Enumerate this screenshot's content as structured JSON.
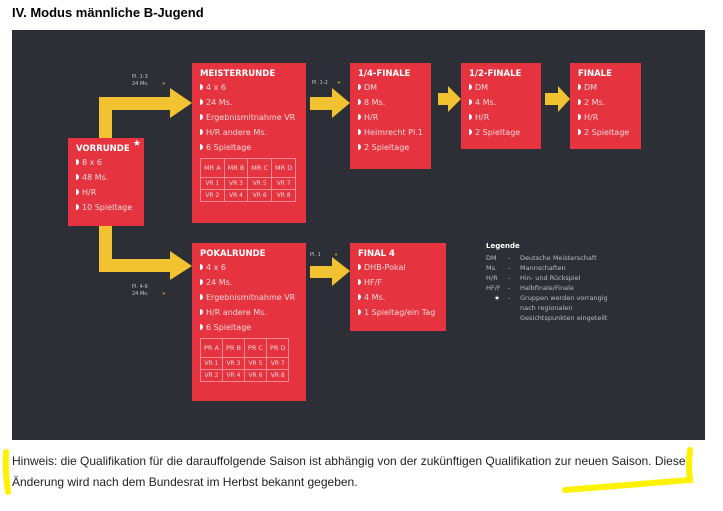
{
  "title": "IV. Modus männliche B-Jugend",
  "boxes": {
    "vorrunde": {
      "title": "VORRUNDE",
      "items": [
        "8 x 6",
        "48 Ms.",
        "H/R",
        "10 Spieltage"
      ]
    },
    "meisterrunde": {
      "title": "MEISTERRUNDE",
      "items": [
        "4 x 6",
        "24 Ms.",
        "Ergebnismitnahme VR",
        "H/R andere Ms.",
        "6 Spieltage"
      ],
      "table": [
        [
          "MR A",
          "MR B",
          "MR C",
          "MR D"
        ],
        [
          "VR 1",
          "VR 3",
          "VR 5",
          "VR 7"
        ],
        [
          "VR 2",
          "VR 4",
          "VR 6",
          "VR 8"
        ]
      ]
    },
    "viertel": {
      "title": "1/4-FINALE",
      "items": [
        "DM",
        "8 Ms.",
        "H/R",
        "Heimrecht Pl.1",
        "2 Spieltage"
      ]
    },
    "halb": {
      "title": "1/2-FINALE",
      "items": [
        "DM",
        "4 Ms.",
        "H/R",
        "2 Spieltage"
      ]
    },
    "finale": {
      "title": "FINALE",
      "items": [
        "DM",
        "2 Ms.",
        "H/R",
        "2 Spieltage"
      ]
    },
    "pokalrunde": {
      "title": "POKALRUNDE",
      "items": [
        "4 x 6",
        "24 Ms.",
        "Ergebnismitnahme VR",
        "H/R andere Ms.",
        "6 Spieltage"
      ],
      "table": [
        [
          "PR A",
          "PR B",
          "PR C",
          "PR D"
        ],
        [
          "VR 1",
          "VR 3",
          "VR 5",
          "VR 7"
        ],
        [
          "VR 2",
          "VR 4",
          "VR 6",
          "VR 8"
        ]
      ]
    },
    "final4": {
      "title": "FINAL 4",
      "items": [
        "DHB-Pokal",
        "HF/F",
        "4 Ms.",
        "1 Spieltag/ein Tag"
      ]
    }
  },
  "labels": {
    "l1a": "Pl. 1-3",
    "l1b": "24 Ms.",
    "l2": "Pl. 1-2",
    "l3": "Pl. 1",
    "l4a": "Pl. 4-6",
    "l4b": "24 Ms.",
    "chev": "»"
  },
  "legend": {
    "title": "Legende",
    "rows": [
      [
        "DM",
        "-",
        "Deutsche Meisterschaft"
      ],
      [
        "Ms.",
        "-",
        "Mannschaften"
      ],
      [
        "H/R",
        "-",
        "Hin- und Rückspiel"
      ],
      [
        "HF/F",
        "-",
        "Halbfinale/Finale"
      ],
      [
        "★",
        "-",
        "Gruppen werden vorrangig nach regionalen Gesichtspunkten eingeteilt"
      ]
    ]
  },
  "hint": "Hinweis: die Qualifikation für die darauffolgende Saison ist abhängig von der zukünftigen Qualifikation zur neuen Saison. Diese Änderung wird nach dem Bundesrat im Herbst bekannt gegeben.",
  "colors": {
    "panel": "#2d2f36",
    "box": "#e5343f",
    "arrow": "#f2c230",
    "highlight": "#fff200"
  }
}
